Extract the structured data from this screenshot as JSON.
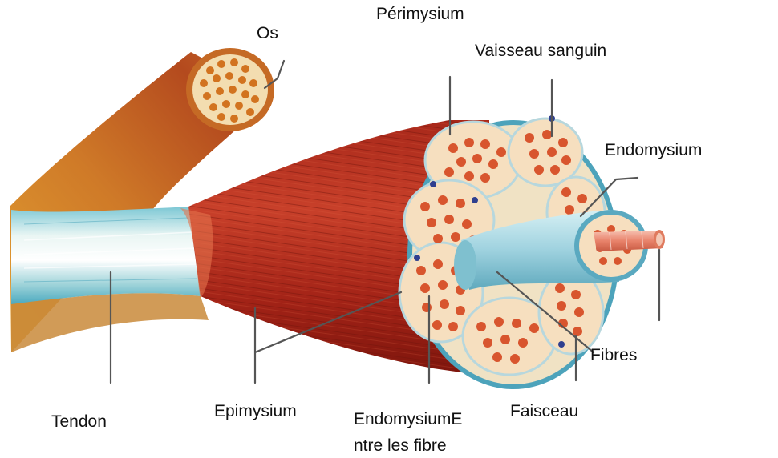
{
  "labels": {
    "os": "Os",
    "perimysium": "Périmysium",
    "vaisseau": "Vaisseau sanguin",
    "endomysium_top": "Endomysium",
    "fibres": "Fibres",
    "tendon": "Tendon",
    "epimysium": "Epimysium",
    "endomysium_line1": "EndomysiumE",
    "endomysium_line2": "ntre les fibre",
    "faisceau": "Faisceau"
  },
  "colors": {
    "muscle_dark": "#8e1a10",
    "muscle_mid": "#c0331e",
    "muscle_light": "#e0704a",
    "tendon_blue": "#7fc6d6",
    "tendon_white": "#eef7f7",
    "bone_cream": "#f2dcae",
    "bone_edge": "#c98a3a",
    "bone_orange": "#d47a2a",
    "fascicle_fill": "#f6dfbf",
    "fiber_dot": "#d8552e",
    "sheath_blue": "#a8d8e2",
    "vessel_red": "#e06a50"
  }
}
